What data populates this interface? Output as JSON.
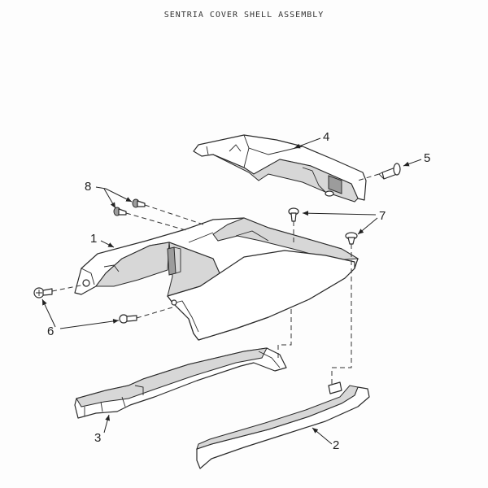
{
  "diagram": {
    "title": "SENTRIA COVER SHELL ASSEMBLY",
    "callouts": [
      {
        "id": "1",
        "label": "1"
      },
      {
        "id": "2",
        "label": "2"
      },
      {
        "id": "3",
        "label": "3"
      },
      {
        "id": "4",
        "label": "4"
      },
      {
        "id": "5",
        "label": "5"
      },
      {
        "id": "6",
        "label": "6"
      },
      {
        "id": "7",
        "label": "7"
      },
      {
        "id": "8",
        "label": "8"
      }
    ]
  }
}
